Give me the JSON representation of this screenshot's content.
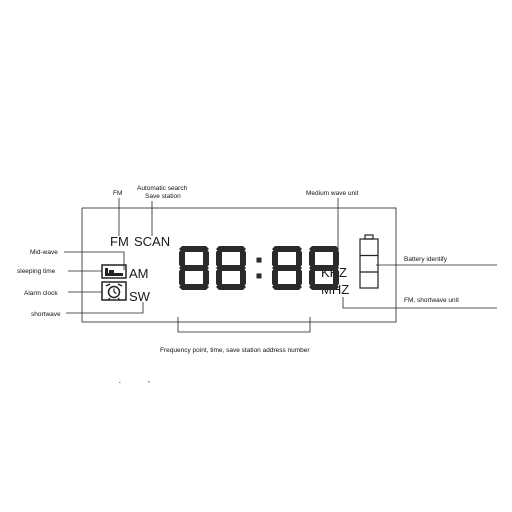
{
  "callouts": {
    "fm": "FM",
    "automatic_search": "Automatic search",
    "save_station": "Save station",
    "medium_wave_unit": "Medium wave unit",
    "mid_wave": "Mid-wave",
    "sleeping_time": "sleeping time",
    "alarm_clock": "Alarm clock",
    "shortwave": "shortwave",
    "battery_identify": "Battery identify",
    "fm_shortwave_unit": "FM, shortwave unit",
    "frequency_point": "Frequency point, time, save station address number"
  },
  "display": {
    "fm": "FM",
    "scan": "SCAN",
    "am": "AM",
    "sw": "SW",
    "khz": "KHZ",
    "mhz": "MHZ",
    "digits": "88:88"
  },
  "icons": [
    "bed-icon",
    "alarm-clock-icon",
    "battery-icon"
  ],
  "colors": {
    "ink": "#111111",
    "background": "#ffffff"
  }
}
